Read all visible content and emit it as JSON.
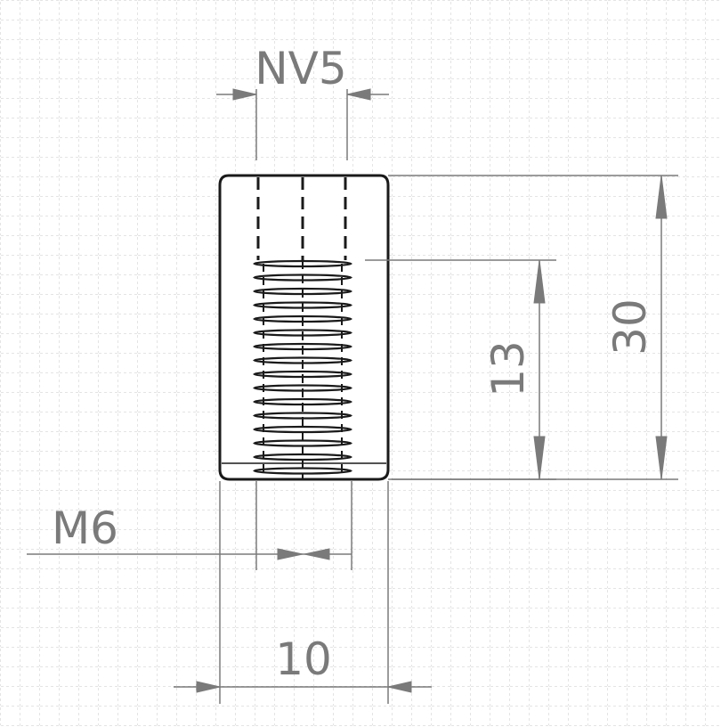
{
  "dimensions": {
    "top_bore": "NV5",
    "thread": "M6",
    "thread_depth": "13",
    "overall_length": "30",
    "outer_diameter": "10"
  },
  "colors": {
    "grid": "#c8c8c8",
    "part_outline": "#1a1a1a",
    "dimension_lines": "#7a7a7a",
    "background": "#ffffff"
  }
}
